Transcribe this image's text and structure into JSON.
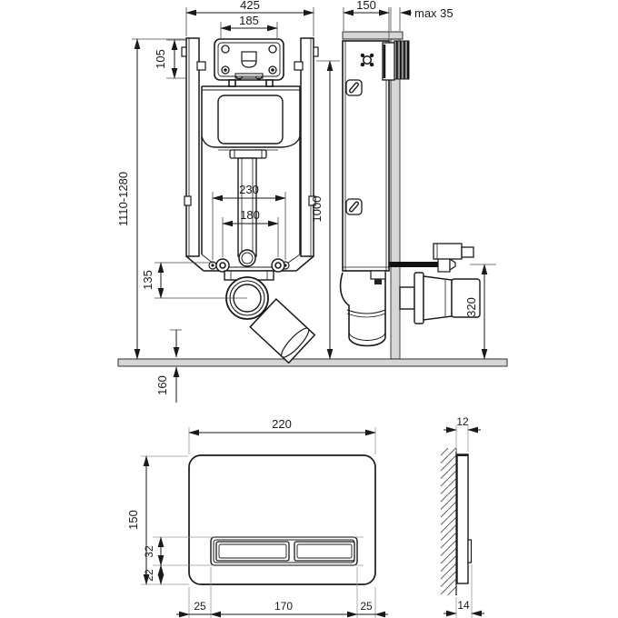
{
  "drawing": {
    "description": "Installation diagram of a concealed WC cistern frame (front and side view) with flush push-plate (front and side view), all dimensions in mm",
    "colors": {
      "line": "#1a1a1a",
      "gray_fill": "#d6d6d6",
      "background": "#ffffff",
      "supply_bar": "#111111"
    }
  },
  "dims": {
    "frame_width": "425",
    "access_box_width": "185",
    "access_box_height": "105",
    "install_height_range": "1110-1280",
    "anchor_spacing": "230",
    "bolt_spacing": "180",
    "outlet_center_offset": "135",
    "floor_recess": "160",
    "fixing_height": "1000",
    "frame_depth": "150",
    "wall_finish_max": "max 35",
    "outlet_height": "320",
    "plate_width": "220",
    "plate_height": "150",
    "recess_height": "32",
    "recess_bottom_margin": "22",
    "plate_margin_left": "25",
    "buttons_zone_width": "170",
    "plate_margin_right": "25",
    "plate_thickness": "12",
    "plate_total_depth": "14"
  }
}
